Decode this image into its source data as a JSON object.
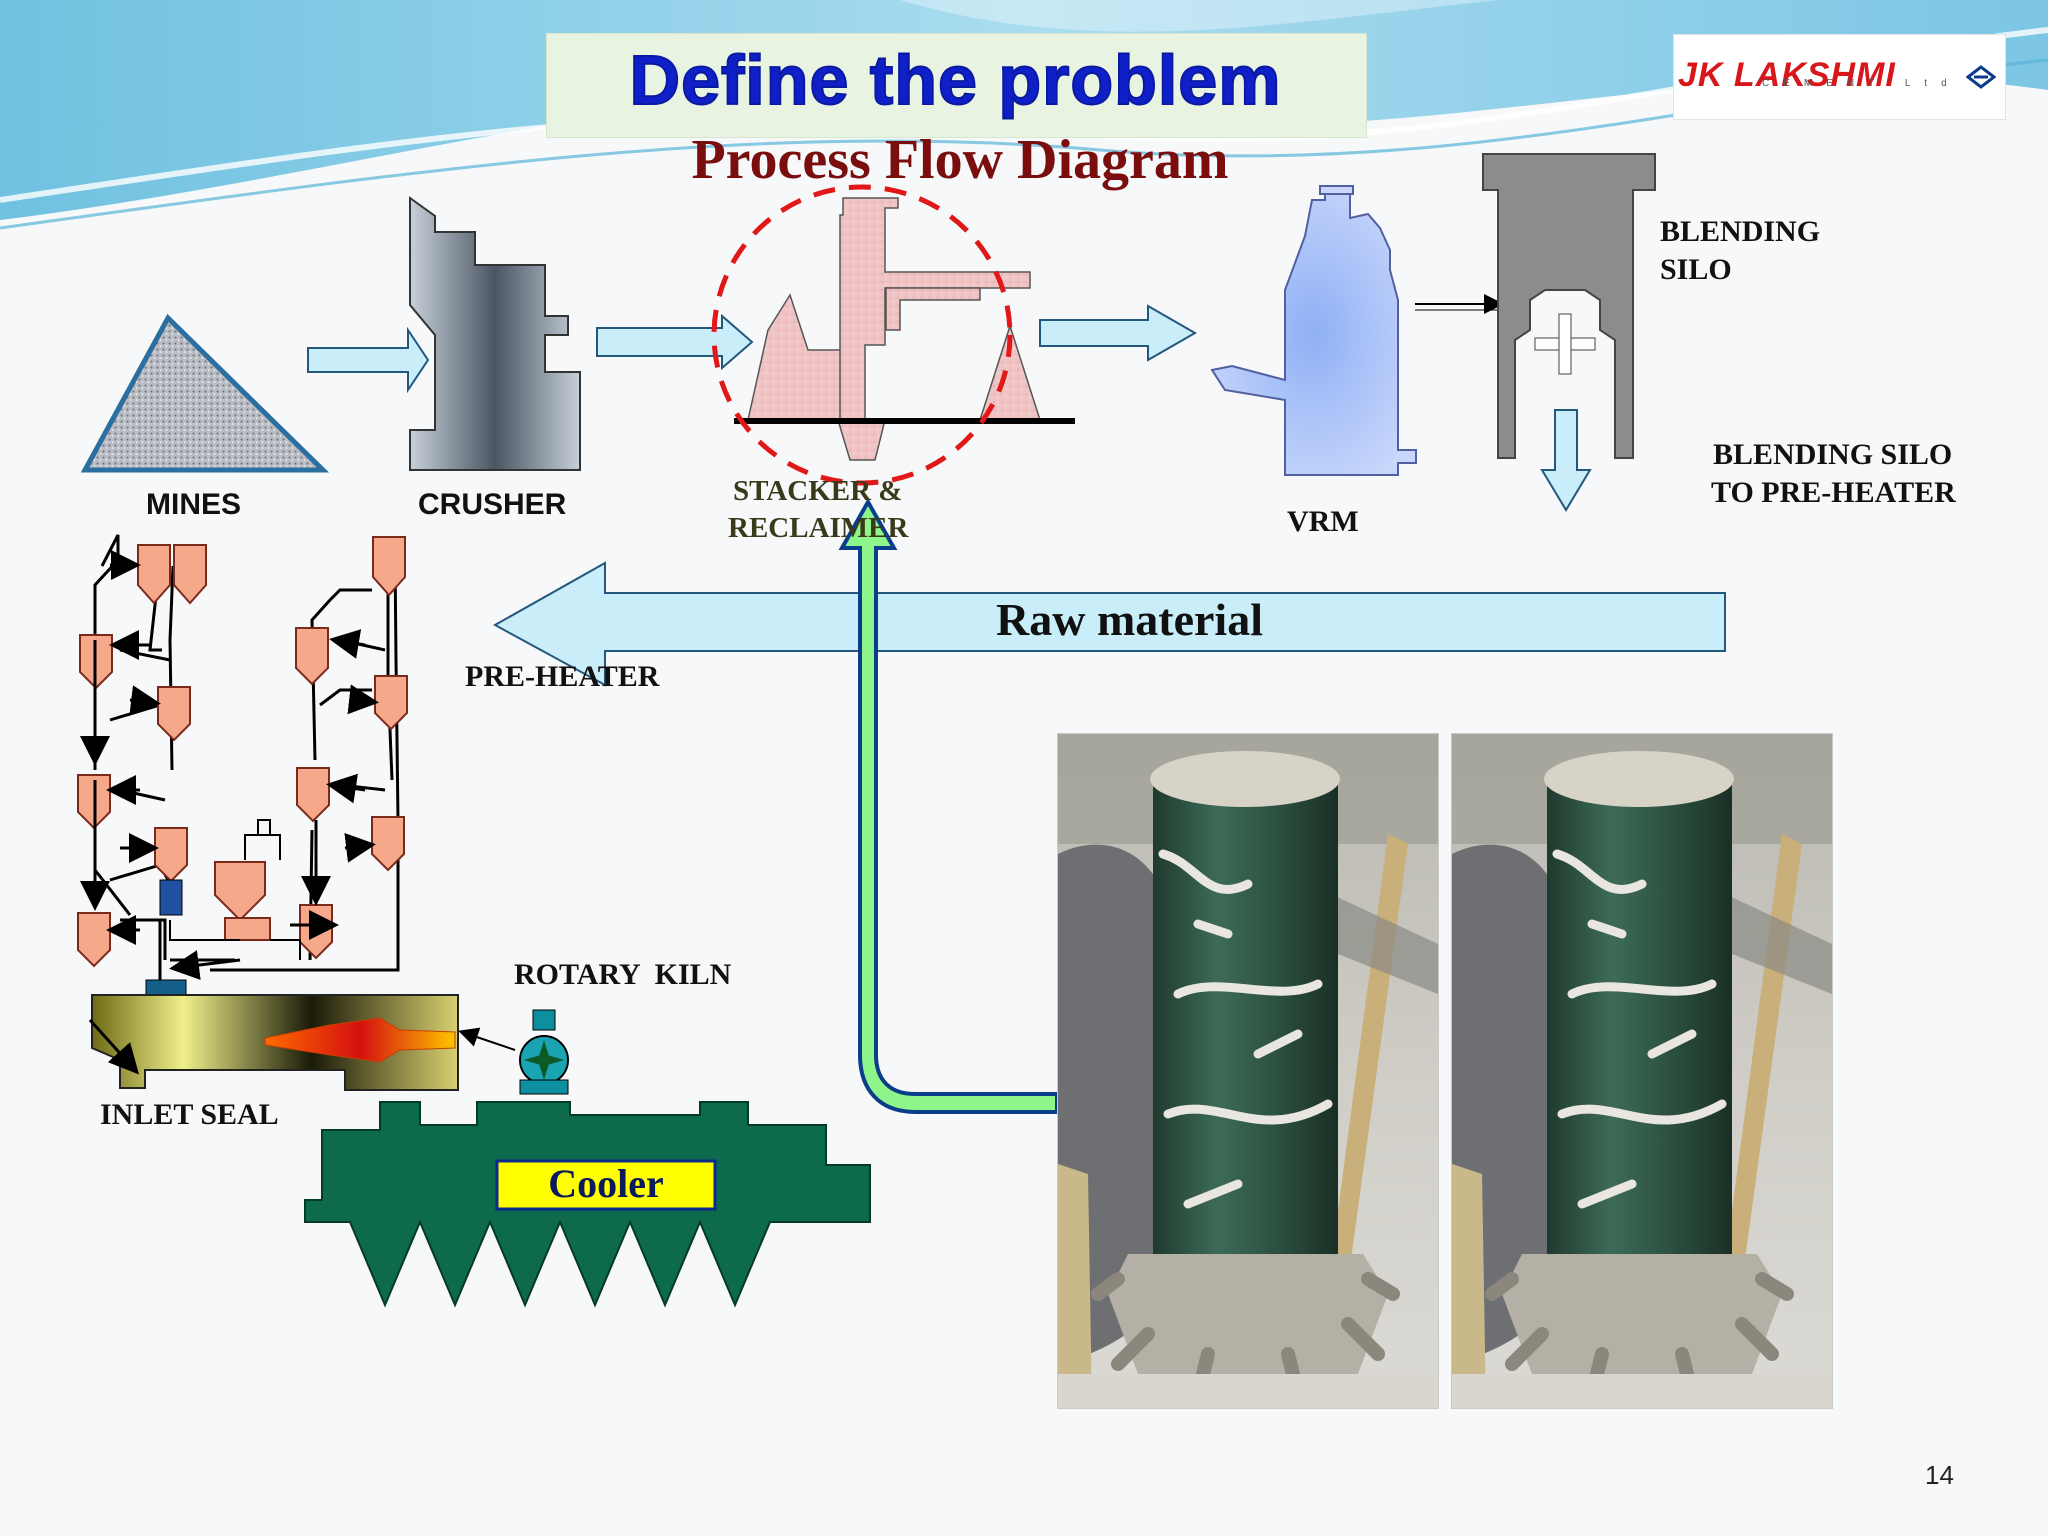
{
  "slide": {
    "title": "Define the problem",
    "subtitle": "Process Flow Diagram",
    "page_number": "14"
  },
  "logo": {
    "brand": "JK LAKSHMI",
    "tagline": "CEMENT Ltd"
  },
  "labels": {
    "mines": "MINES",
    "crusher": "CRUSHER",
    "stacker_line1": "STACKER &",
    "stacker_line2": "RECLAIMER",
    "vrm": "VRM",
    "blending_silo_line1": "BLENDING",
    "blending_silo_line2": "SILO",
    "silo_to_preheater_line1": "BLENDING SILO",
    "silo_to_preheater_line2": "TO PRE-HEATER",
    "raw_material": "Raw material",
    "pre_heater": "PRE-HEATER",
    "rotary_kiln": "ROTARY  KILN",
    "inlet_seal": "INLET SEAL",
    "cooler": "Cooler"
  },
  "colors": {
    "title_blue": "#1020c8",
    "subtitle_maroon": "#7a0e0e",
    "arrow_fill": "#c9eef9",
    "cyclone_fill": "#f6a98a",
    "cooler_green": "#0e6a4c",
    "cooler_label_bg": "#ffff00",
    "highlight_circle": "#e01818",
    "green_arrow": "#8ef58a"
  }
}
